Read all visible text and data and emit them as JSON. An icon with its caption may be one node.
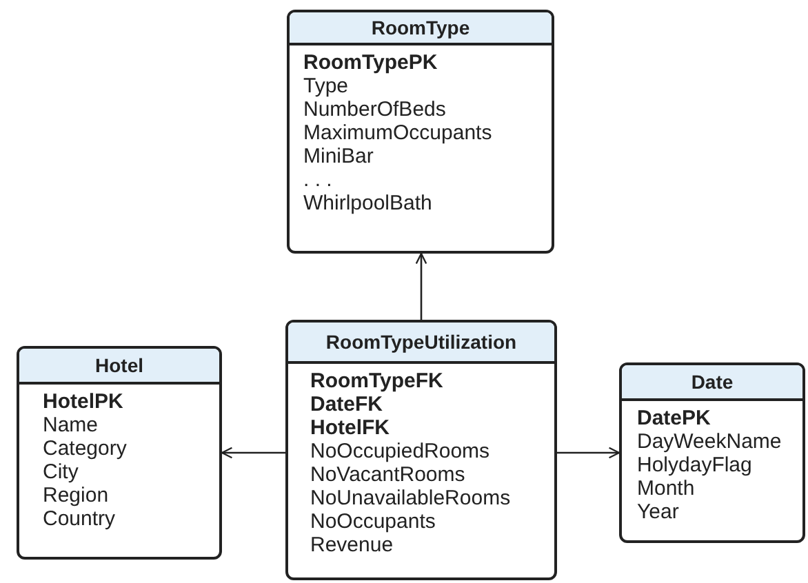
{
  "diagram": {
    "nodes": [
      {
        "text": [
          "RoomType",
          "RoomTypePK",
          "Type",
          "NumberOfBeds",
          "MaximumOccupants",
          "MiniBar",
          ". . .",
          "WhirlpoolBath"
        ]
      },
      {
        "text": [
          "Hotel",
          "HotelPK",
          "Name",
          "Category",
          "City",
          "Region",
          "Country"
        ]
      },
      {
        "text": [
          "RoomTypeUtilization",
          "RoomTypeFK",
          "DateFK",
          "HotelFK",
          "NoOccupiedRooms",
          "NoVacantRooms",
          "NoUnavailableRooms",
          "NoOccupants",
          "Revenue"
        ]
      },
      {
        "text": [
          "Date",
          "DatePK",
          "DayWeekName",
          "HolydayFlag",
          "Month",
          "Year"
        ]
      }
    ],
    "edges": [
      {
        "from": 2,
        "to": 0,
        "arrow": "to"
      },
      {
        "from": 2,
        "to": 1,
        "arrow": "to"
      },
      {
        "from": 2,
        "to": 3,
        "arrow": "to"
      }
    ]
  }
}
